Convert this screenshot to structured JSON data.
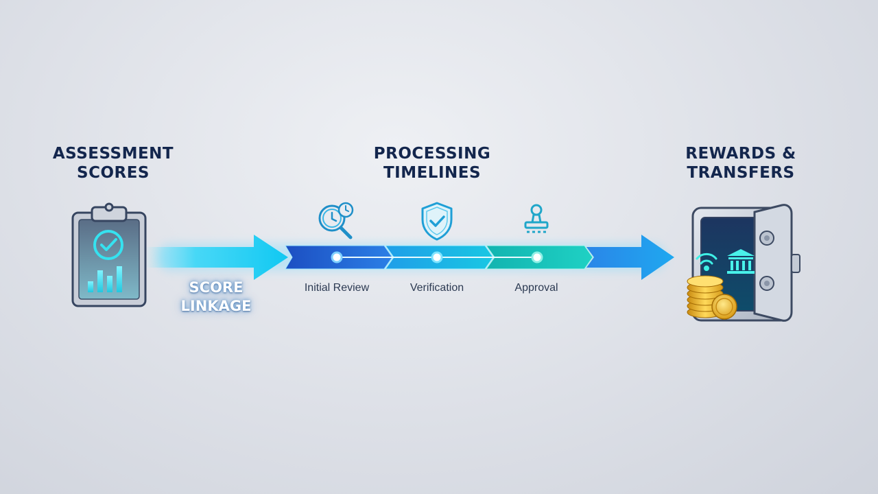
{
  "columns": {
    "assessment": {
      "line1": "ASSESSMENT",
      "line2": "SCORES"
    },
    "processing": {
      "line1": "PROCESSING",
      "line2": "TIMELINES"
    },
    "rewards": {
      "line1": "REWARDS &",
      "line2": "TRANSFERS"
    }
  },
  "link": {
    "line1": "SCORE",
    "line2": "LINKAGE"
  },
  "steps": [
    {
      "label": "Initial Review",
      "icon": "clock-search-icon"
    },
    {
      "label": "Verification",
      "icon": "shield-check-icon"
    },
    {
      "label": "Approval",
      "icon": "stamp-icon"
    }
  ],
  "colors": {
    "heading": "#13264d",
    "cyan": "#1fd0f0",
    "blue": "#1a55c8",
    "teal": "#19b8a8",
    "gold": "#e9b526"
  },
  "icons": [
    "clipboard-chart-icon",
    "clock-search-icon",
    "shield-check-icon",
    "stamp-icon",
    "vault-icon",
    "wifi-icon",
    "bank-icon",
    "coin-stack-icon"
  ]
}
